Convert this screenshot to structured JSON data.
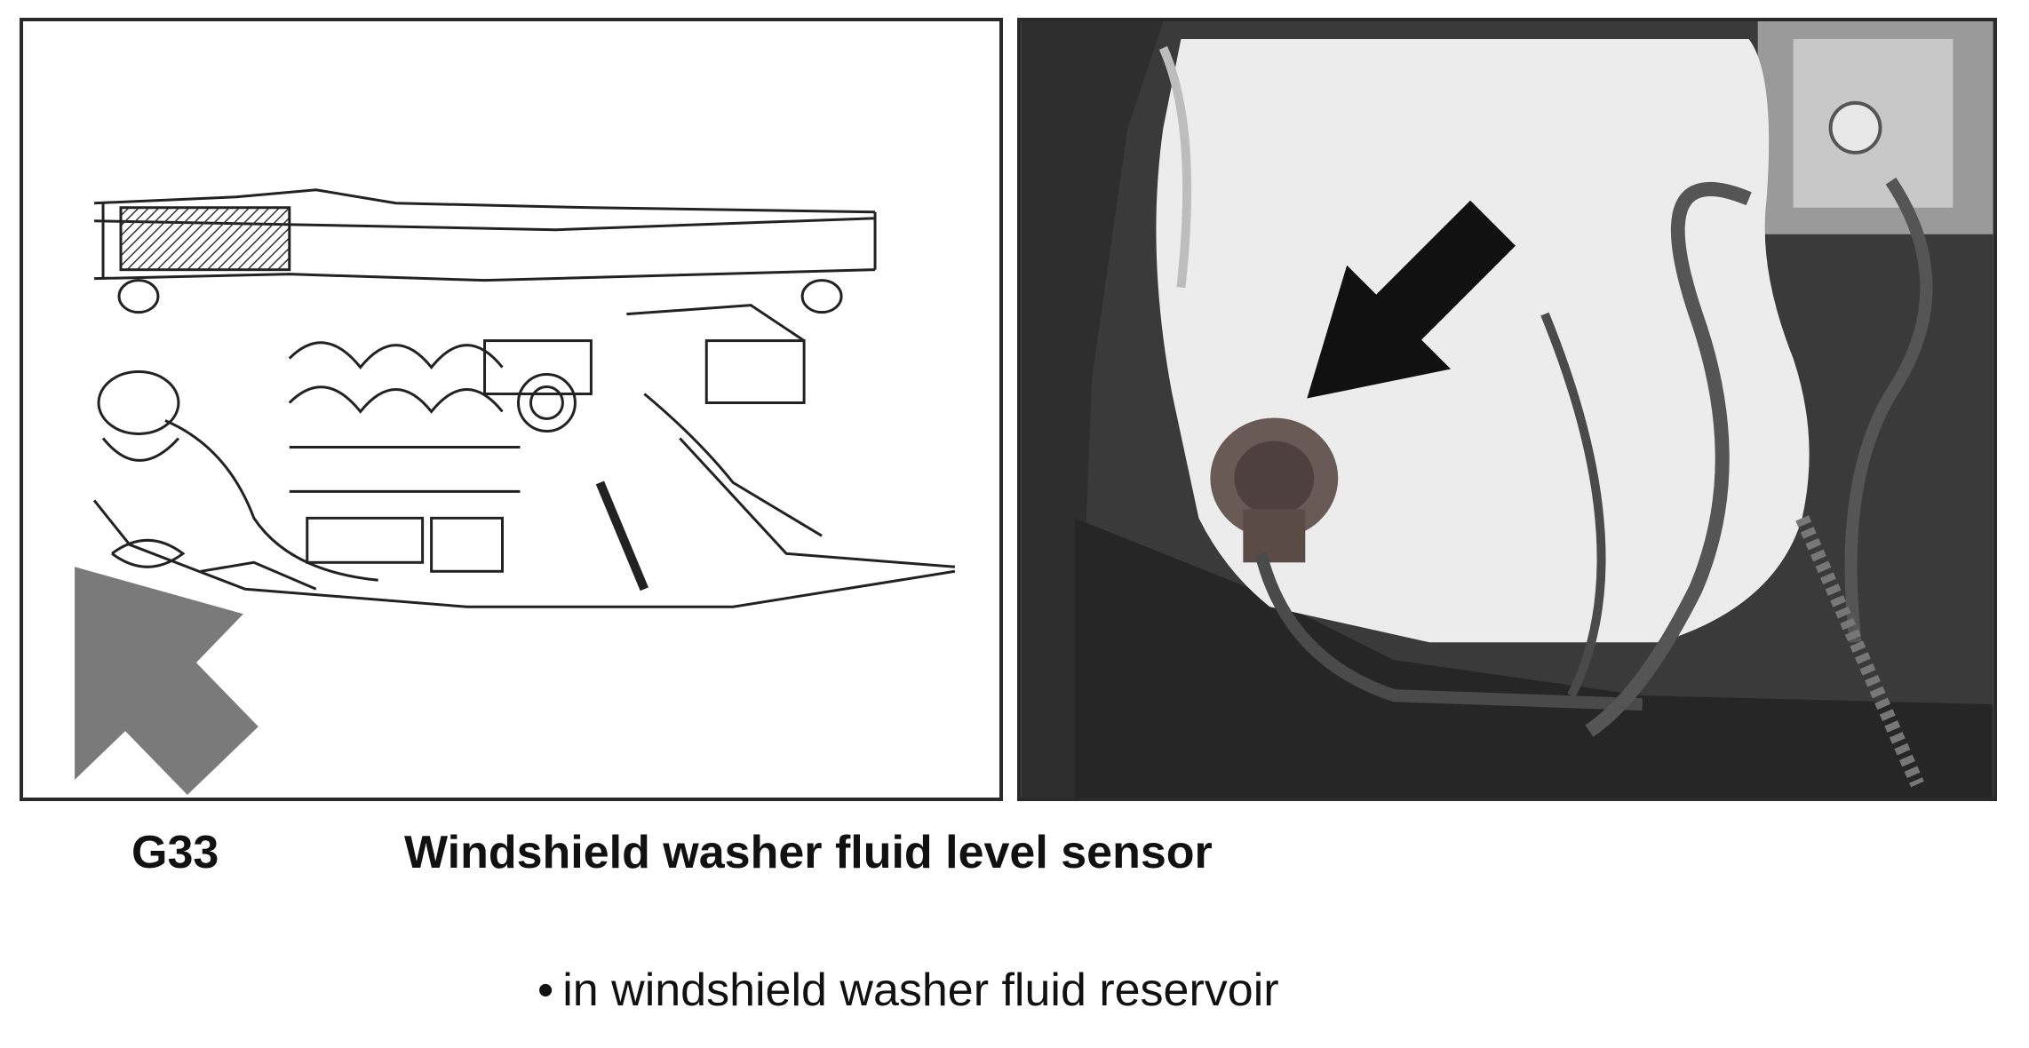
{
  "component": {
    "code": "G33",
    "title": "Windshield washer fluid level sensor"
  },
  "location": {
    "bullet": "•",
    "text": "in windshield washer fluid reservoir"
  },
  "colors": {
    "left_arrow": "#7a7a7a",
    "right_arrow": "#111111",
    "reservoir": "#ececec",
    "sensor": "#6a5a55",
    "engine_bay": "#3a3a3a"
  },
  "icons": {
    "left_pointer": "arrow-up-left-icon",
    "right_pointer": "arrow-down-left-icon"
  }
}
